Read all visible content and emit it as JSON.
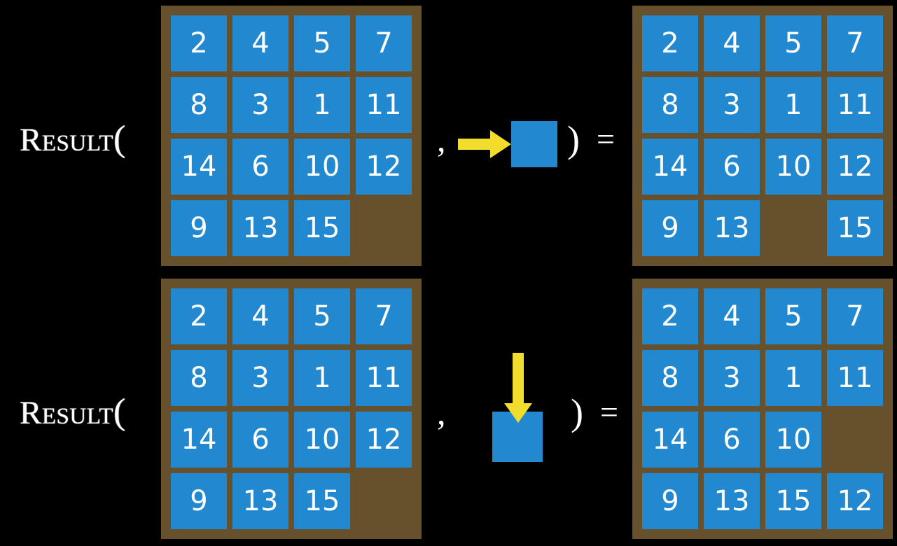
{
  "figure": {
    "title": "15-puzzle RESULT function illustration",
    "background_color": "#000000",
    "board_color": "#66512c",
    "tile_color": "#2288cf",
    "tile_text_color": "#ffffff",
    "arrow_color": "#f2dd2c",
    "text_color": "#ffffff"
  },
  "labels": {
    "result_word": "Result",
    "open_paren": "(",
    "comma": ",",
    "close_paren": ")",
    "equals": "="
  },
  "rows": [
    {
      "id": "row-move-right",
      "input_board": {
        "rows": 4,
        "cols": 4,
        "tiles": [
          [
            "2",
            "4",
            "5",
            "7"
          ],
          [
            "8",
            "3",
            "1",
            "11"
          ],
          [
            "14",
            "6",
            "10",
            "12"
          ],
          [
            "9",
            "13",
            "15",
            ""
          ]
        ],
        "blank_cell": [
          3,
          3
        ]
      },
      "operand": {
        "arrow_direction": "right",
        "arrow_icon": "arrow-right-icon",
        "square_label": ""
      },
      "output_board": {
        "rows": 4,
        "cols": 4,
        "tiles": [
          [
            "2",
            "4",
            "5",
            "7"
          ],
          [
            "8",
            "3",
            "1",
            "11"
          ],
          [
            "14",
            "6",
            "10",
            "12"
          ],
          [
            "9",
            "13",
            "",
            "15"
          ]
        ],
        "blank_cell": [
          3,
          2
        ]
      }
    },
    {
      "id": "row-move-down",
      "input_board": {
        "rows": 4,
        "cols": 4,
        "tiles": [
          [
            "2",
            "4",
            "5",
            "7"
          ],
          [
            "8",
            "3",
            "1",
            "11"
          ],
          [
            "14",
            "6",
            "10",
            "12"
          ],
          [
            "9",
            "13",
            "15",
            ""
          ]
        ],
        "blank_cell": [
          3,
          3
        ]
      },
      "operand": {
        "arrow_direction": "down",
        "arrow_icon": "arrow-down-icon",
        "square_label": ""
      },
      "output_board": {
        "rows": 4,
        "cols": 4,
        "tiles": [
          [
            "2",
            "4",
            "5",
            "7"
          ],
          [
            "8",
            "3",
            "1",
            "11"
          ],
          [
            "14",
            "6",
            "10",
            ""
          ],
          [
            "9",
            "13",
            "15",
            "12"
          ]
        ],
        "blank_cell": [
          2,
          3
        ]
      }
    }
  ]
}
